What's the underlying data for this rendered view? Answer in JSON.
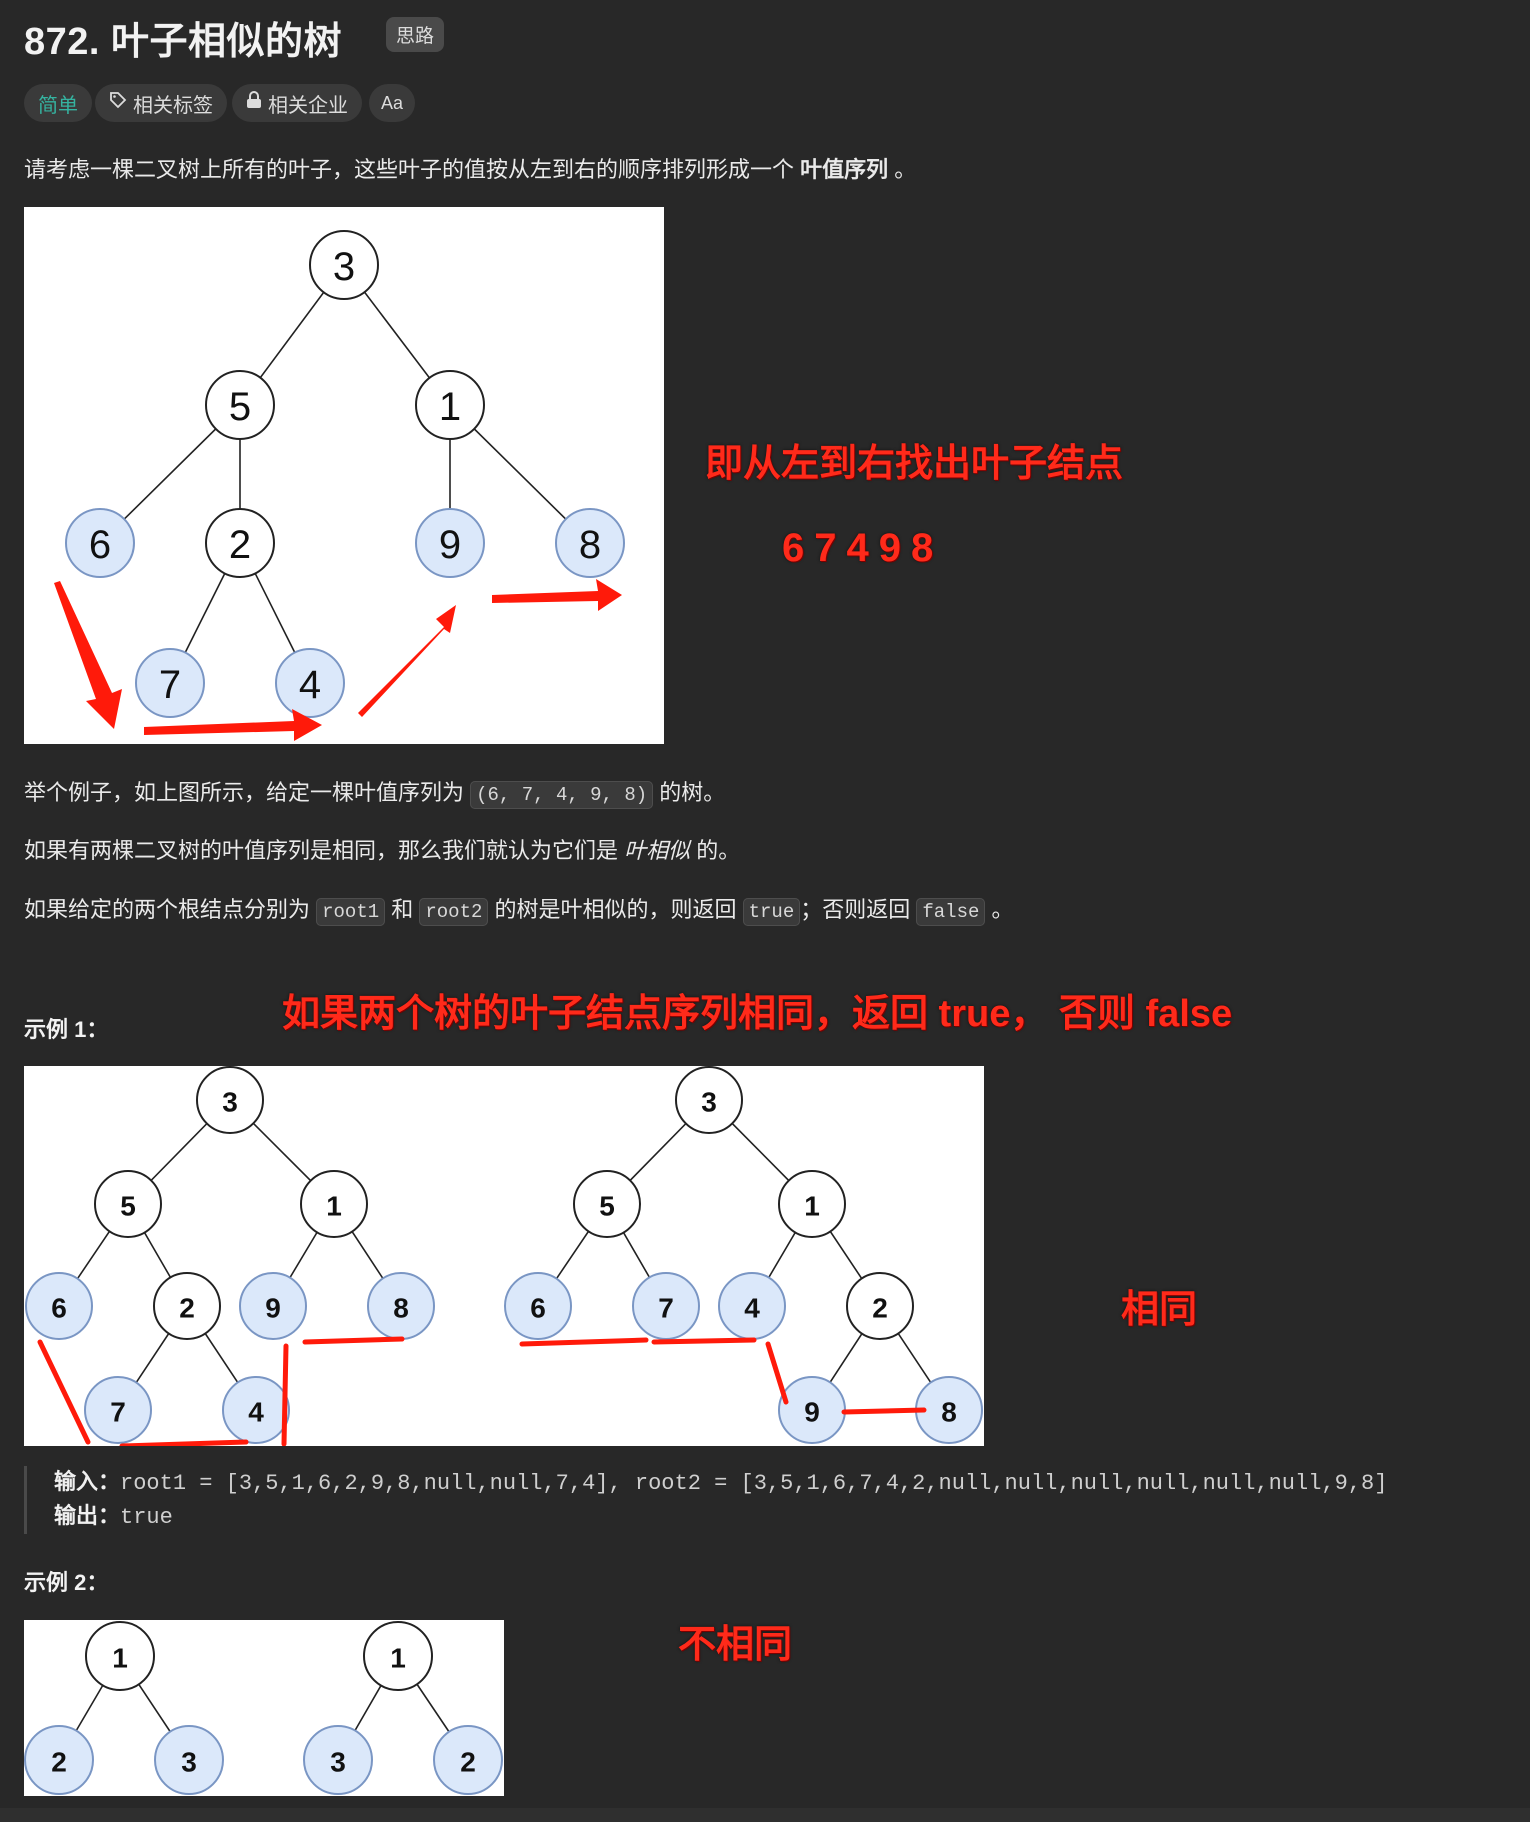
{
  "header": {
    "title": "872. 叶子相似的树",
    "hint_label": "思路"
  },
  "tags": {
    "difficulty": "简单",
    "related_tags": "相关标签",
    "related_companies": "相关企业",
    "font_size_icon": "Aa"
  },
  "description": {
    "p1_prefix": "请考虑一棵二叉树上所有的叶子，这些叶子的值按从左到右的顺序排列形成一个 ",
    "p1_bold": "叶值序列",
    "p1_suffix": " 。",
    "p2_prefix": "举个例子，如上图所示，给定一棵叶值序列为 ",
    "p2_code": "(6, 7, 4, 9, 8)",
    "p2_suffix": " 的树。",
    "p3_prefix": "如果有两棵二叉树的叶值序列是相同，那么我们就认为它们是 ",
    "p3_italic": "叶相似",
    "p3_suffix": " 的。",
    "p4_a": "如果给定的两个根结点分别为 ",
    "p4_code1": "root1",
    "p4_b": " 和 ",
    "p4_code2": "root2",
    "p4_c": " 的树是叶相似的，则返回 ",
    "p4_code3": "true",
    "p4_d": "；否则返回 ",
    "p4_code4": "false",
    "p4_e": " 。"
  },
  "annotations": {
    "note1": "即从左到右找出叶子结点",
    "note1_seq": "67498",
    "note2": "如果两个树的叶子结点序列相同，返回 true， 否则 false",
    "same": "相同",
    "not_same": "不相同"
  },
  "example1": {
    "heading": "示例 1：",
    "input_label": "输入：",
    "input_value": "root1 = [3,5,1,6,2,9,8,null,null,7,4], root2 = [3,5,1,6,7,4,2,null,null,null,null,null,null,9,8]",
    "output_label": "输出：",
    "output_value": "true"
  },
  "example2": {
    "heading": "示例 2："
  },
  "trees": {
    "main": [
      "3",
      "5",
      "1",
      "6",
      "2",
      "9",
      "8",
      "7",
      "4"
    ],
    "ex1_left": [
      "3",
      "5",
      "1",
      "6",
      "2",
      "9",
      "8",
      "7",
      "4"
    ],
    "ex1_right": [
      "3",
      "5",
      "1",
      "6",
      "7",
      "4",
      "2",
      "9",
      "8"
    ],
    "ex2_left": [
      "1",
      "2",
      "3"
    ],
    "ex2_right": [
      "1",
      "3",
      "2"
    ]
  },
  "colors": {
    "background": "#282828",
    "leaf_fill": "#dbe8fa",
    "leaf_stroke": "#7a96c4",
    "annotation_red": "#ff2a1a",
    "easy_green": "#35b3a0"
  }
}
